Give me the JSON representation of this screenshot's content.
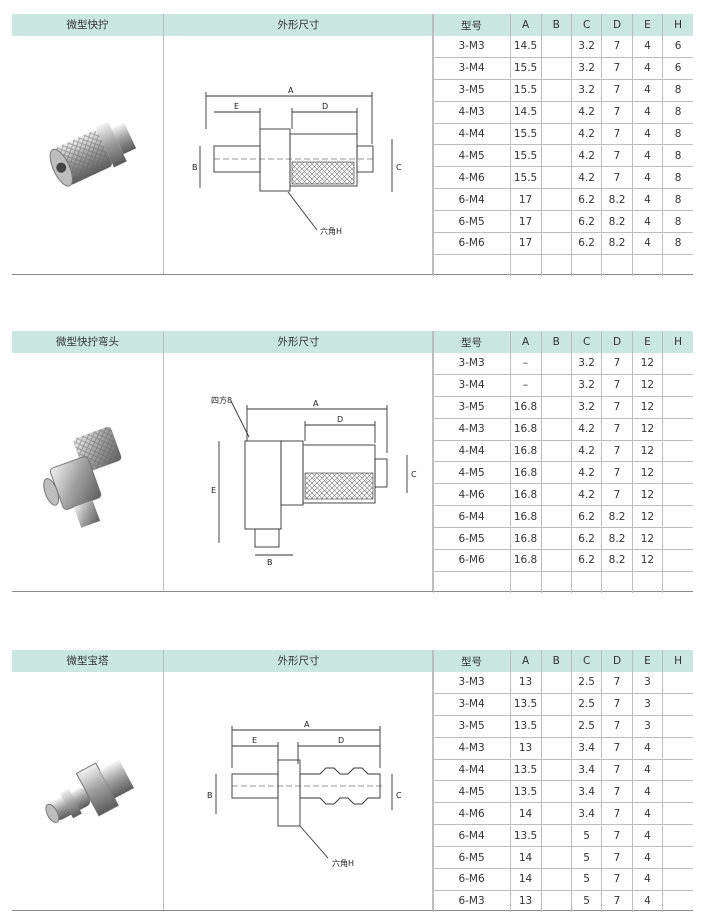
{
  "sections": [
    {
      "name": "微型快拧",
      "dim_header": "外形尺寸",
      "columns": [
        "型号",
        "A",
        "B",
        "C",
        "D",
        "E",
        "H"
      ],
      "rows": [
        [
          "3-M3",
          "14.5",
          "",
          "3.2",
          "7",
          "4",
          "6"
        ],
        [
          "3-M4",
          "15.5",
          "",
          "3.2",
          "7",
          "4",
          "6"
        ],
        [
          "3-M5",
          "15.5",
          "",
          "3.2",
          "7",
          "4",
          "8"
        ],
        [
          "4-M3",
          "14.5",
          "",
          "4.2",
          "7",
          "4",
          "8"
        ],
        [
          "4-M4",
          "15.5",
          "",
          "4.2",
          "7",
          "4",
          "8"
        ],
        [
          "4-M5",
          "15.5",
          "",
          "4.2",
          "7",
          "4",
          "8"
        ],
        [
          "4-M6",
          "15.5",
          "",
          "4.2",
          "7",
          "4",
          "8"
        ],
        [
          "6-M4",
          "17",
          "",
          "6.2",
          "8.2",
          "4",
          "8"
        ],
        [
          "6-M5",
          "17",
          "",
          "6.2",
          "8.2",
          "4",
          "8"
        ],
        [
          "6-M6",
          "17",
          "",
          "6.2",
          "8.2",
          "4",
          "8"
        ],
        [
          "",
          "",
          "",
          "",
          "",
          "",
          ""
        ]
      ],
      "labels": {
        "A": "A",
        "B": "B",
        "C": "C",
        "D": "D",
        "E": "E",
        "hex": "六角H"
      }
    },
    {
      "name": "微型快拧弯头",
      "dim_header": "外形尺寸",
      "columns": [
        "型号",
        "A",
        "B",
        "C",
        "D",
        "E",
        "H"
      ],
      "rows": [
        [
          "3-M3",
          "–",
          "",
          "3.2",
          "7",
          "12",
          ""
        ],
        [
          "3-M4",
          "–",
          "",
          "3.2",
          "7",
          "12",
          ""
        ],
        [
          "3-M5",
          "16.8",
          "",
          "3.2",
          "7",
          "12",
          ""
        ],
        [
          "4-M3",
          "16.8",
          "",
          "4.2",
          "7",
          "12",
          ""
        ],
        [
          "4-M4",
          "16.8",
          "",
          "4.2",
          "7",
          "12",
          ""
        ],
        [
          "4-M5",
          "16.8",
          "",
          "4.2",
          "7",
          "12",
          ""
        ],
        [
          "4-M6",
          "16.8",
          "",
          "4.2",
          "7",
          "12",
          ""
        ],
        [
          "6-M4",
          "16.8",
          "",
          "6.2",
          "8.2",
          "12",
          ""
        ],
        [
          "6-M5",
          "16.8",
          "",
          "6.2",
          "8.2",
          "12",
          ""
        ],
        [
          "6-M6",
          "16.8",
          "",
          "6.2",
          "8.2",
          "12",
          ""
        ],
        [
          "",
          "",
          "",
          "",
          "",
          "",
          ""
        ]
      ],
      "labels": {
        "A": "A",
        "B": "B",
        "C": "C",
        "D": "D",
        "E": "E",
        "square": "四方8"
      }
    },
    {
      "name": "微型宝塔",
      "dim_header": "外形尺寸",
      "columns": [
        "型号",
        "A",
        "B",
        "C",
        "D",
        "E",
        "H"
      ],
      "rows": [
        [
          "3-M3",
          "13",
          "",
          "2.5",
          "7",
          "3",
          ""
        ],
        [
          "3-M4",
          "13.5",
          "",
          "2.5",
          "7",
          "3",
          ""
        ],
        [
          "3-M5",
          "13.5",
          "",
          "2.5",
          "7",
          "3",
          ""
        ],
        [
          "4-M3",
          "13",
          "",
          "3.4",
          "7",
          "4",
          ""
        ],
        [
          "4-M4",
          "13.5",
          "",
          "3.4",
          "7",
          "4",
          ""
        ],
        [
          "4-M5",
          "13.5",
          "",
          "3.4",
          "7",
          "4",
          ""
        ],
        [
          "4-M6",
          "14",
          "",
          "3.4",
          "7",
          "4",
          ""
        ],
        [
          "6-M4",
          "13.5",
          "",
          "5",
          "7",
          "4",
          ""
        ],
        [
          "6-M5",
          "14",
          "",
          "5",
          "7",
          "4",
          ""
        ],
        [
          "6-M6",
          "14",
          "",
          "5",
          "7",
          "4",
          ""
        ],
        [
          "6-M3",
          "13",
          "",
          "5",
          "7",
          "4",
          ""
        ]
      ],
      "labels": {
        "A": "A",
        "B": "B",
        "C": "C",
        "D": "D",
        "E": "E",
        "hex": "六角H"
      }
    }
  ]
}
